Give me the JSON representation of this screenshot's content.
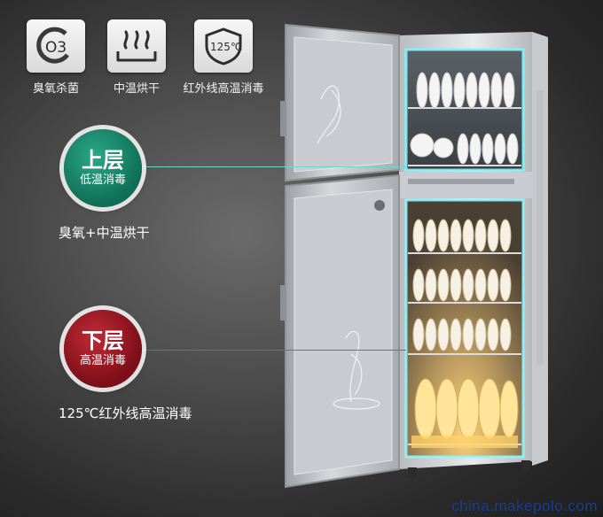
{
  "features": [
    {
      "icon": "ozone-o3-icon",
      "label": "臭氧杀菌",
      "icon_text": "O3"
    },
    {
      "icon": "heat-wave-icon",
      "label": "中温烘干"
    },
    {
      "icon": "thermometer-125-icon",
      "label": "红外线高温消毒",
      "icon_text": "125℃"
    }
  ],
  "upper_tier": {
    "title": "上层",
    "subtitle": "低温消毒",
    "description": "臭氧+中温烘干",
    "color": "#0f6e56"
  },
  "lower_tier": {
    "title": "下层",
    "subtitle": "高温消毒",
    "description": "125℃红外线高温消毒",
    "color": "#7b0e18"
  },
  "watermark": "china.makepolo.com"
}
